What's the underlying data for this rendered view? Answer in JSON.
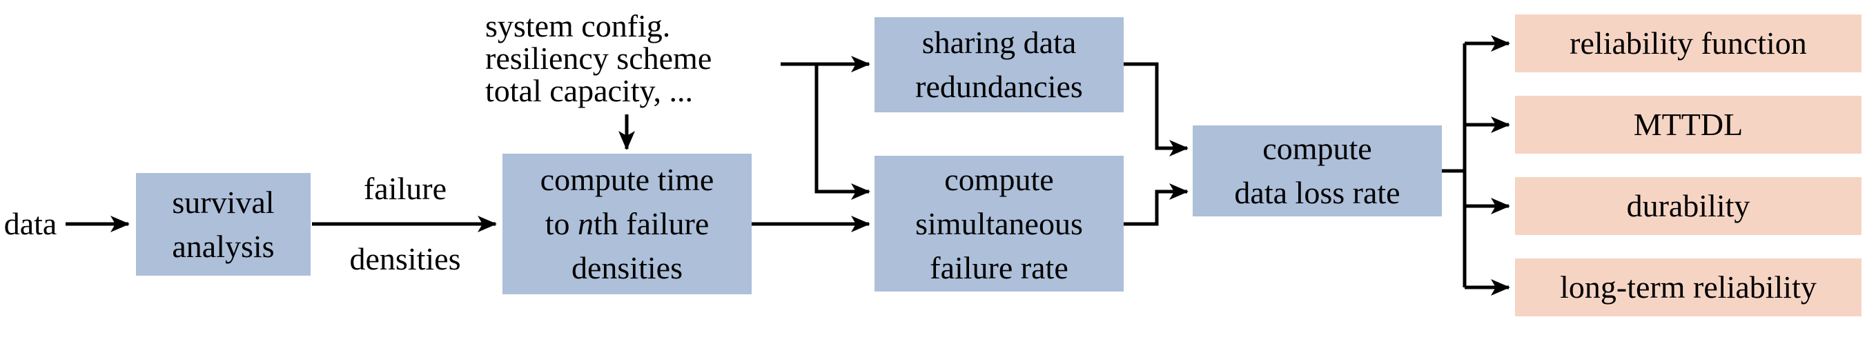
{
  "diagram": {
    "input_label": "data",
    "edge_label": {
      "top": "failure",
      "bottom": "densities"
    },
    "annotation": {
      "line1": "system config.",
      "line2": "resiliency scheme",
      "line3": "total capacity, ..."
    },
    "boxes": {
      "survival": {
        "line1": "survival",
        "line2": "analysis"
      },
      "compute_time": {
        "line1": "compute time",
        "line2_pre": "to ",
        "line2_italic": "n",
        "line2_post": "th failure",
        "line3": "densities"
      },
      "sharing": {
        "line1": "sharing data",
        "line2": "redundancies"
      },
      "simultaneous": {
        "line1": "compute",
        "line2": "simultaneous",
        "line3": "failure rate"
      },
      "data_loss": {
        "line1": "compute",
        "line2": "data loss rate"
      }
    },
    "outputs": [
      "reliability function",
      "MTTDL",
      "durability",
      "long-term reliability"
    ],
    "colors": {
      "process_box": "#adbfd9",
      "output_box": "#f6d4c4",
      "line": "#000000",
      "text": "#000000",
      "background": "#ffffff"
    }
  }
}
